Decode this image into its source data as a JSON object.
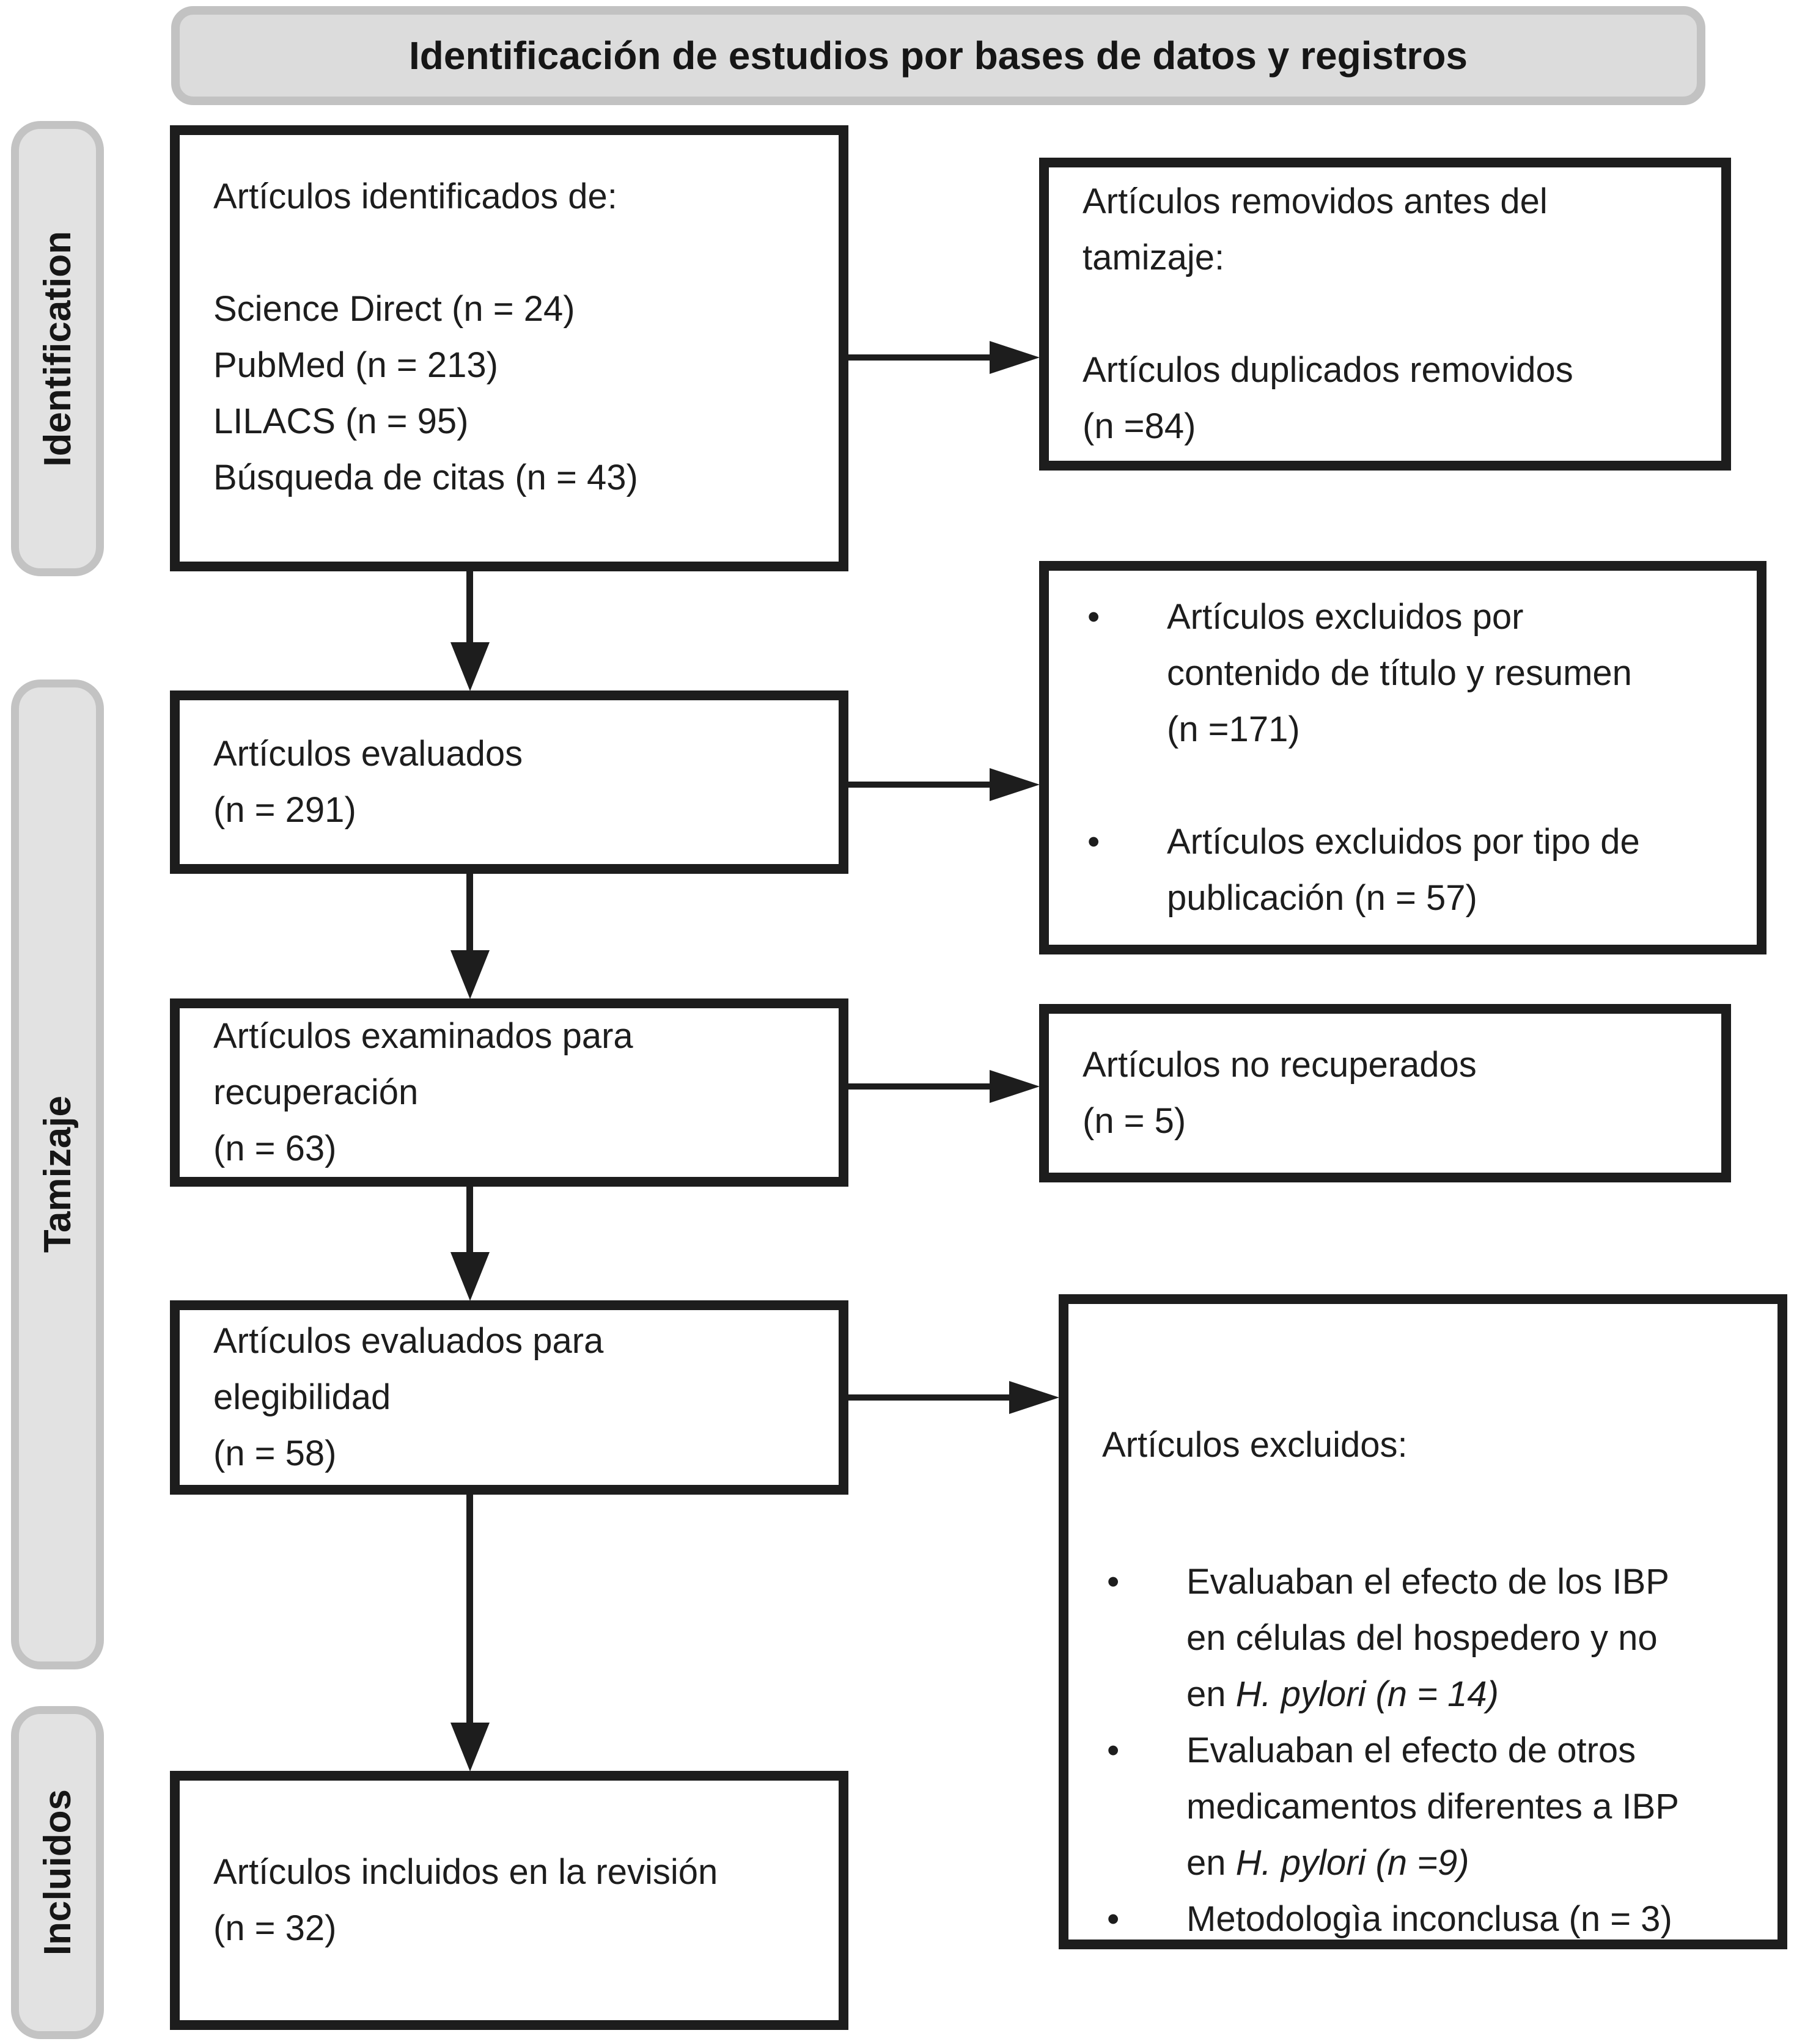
{
  "title": "Identificación de estudios por bases de datos y registros",
  "sidebar": {
    "stages": [
      {
        "id": "identification",
        "label": "Identification"
      },
      {
        "id": "tamizaje",
        "label": "Tamizaje"
      },
      {
        "id": "incluidos",
        "label": "Incluidos"
      }
    ]
  },
  "boxes": {
    "identified": {
      "lines": [
        "Artículos identificados de:",
        "",
        "Science Direct (n = 24)",
        "PubMed (n = 213)",
        "LILACS (n = 95)",
        "Búsqueda de citas (n = 43)"
      ]
    },
    "removed_before_screening": {
      "lines": [
        "Artículos removidos antes del",
        "tamizaje:",
        "",
        "Artículos duplicados removidos",
        "(n =84)"
      ]
    },
    "screened": {
      "lines": [
        "Artículos evaluados",
        "(n = 291)"
      ]
    },
    "excluded_screening": {
      "bullets": [
        {
          "lines": [
            [
              "Artículos excluidos por"
            ],
            [
              "contenido de título y resumen"
            ],
            [
              "(n =171)"
            ]
          ]
        },
        {
          "lines": [
            [
              "Artículos excluidos por tipo de"
            ],
            [
              "publicación (n = 57)"
            ]
          ]
        }
      ]
    },
    "sought_retrieval": {
      "lines": [
        "Artículos examinados para",
        "recuperación",
        "(n = 63)"
      ]
    },
    "not_retrieved": {
      "lines": [
        "Artículos no recuperados",
        "(n = 5)"
      ]
    },
    "assessed_eligibility": {
      "lines": [
        "Artículos evaluados para",
        "elegibilidad",
        "(n = 58)"
      ]
    },
    "excluded_eligibility": {
      "heading": "Artículos excluidos:",
      "bullets": [
        {
          "lines": [
            [
              "Evaluaban el efecto de los IBP"
            ],
            [
              "en células del hospedero y no"
            ],
            [
              {
                "t": "en "
              },
              {
                "t": "H. pylori (n = 14)",
                "i": true
              }
            ]
          ]
        },
        {
          "lines": [
            [
              "Evaluaban el efecto de otros"
            ],
            [
              "medicamentos diferentes a IBP"
            ],
            [
              {
                "t": "en "
              },
              {
                "t": "H. pylori (n =9)",
                "i": true
              }
            ]
          ]
        },
        {
          "lines": [
            [
              "Metodologìa inconclusa (n = 3)"
            ]
          ]
        }
      ]
    },
    "included": {
      "lines": [
        "Artículos incluidos en la revisión",
        "(n = 32)"
      ]
    }
  }
}
